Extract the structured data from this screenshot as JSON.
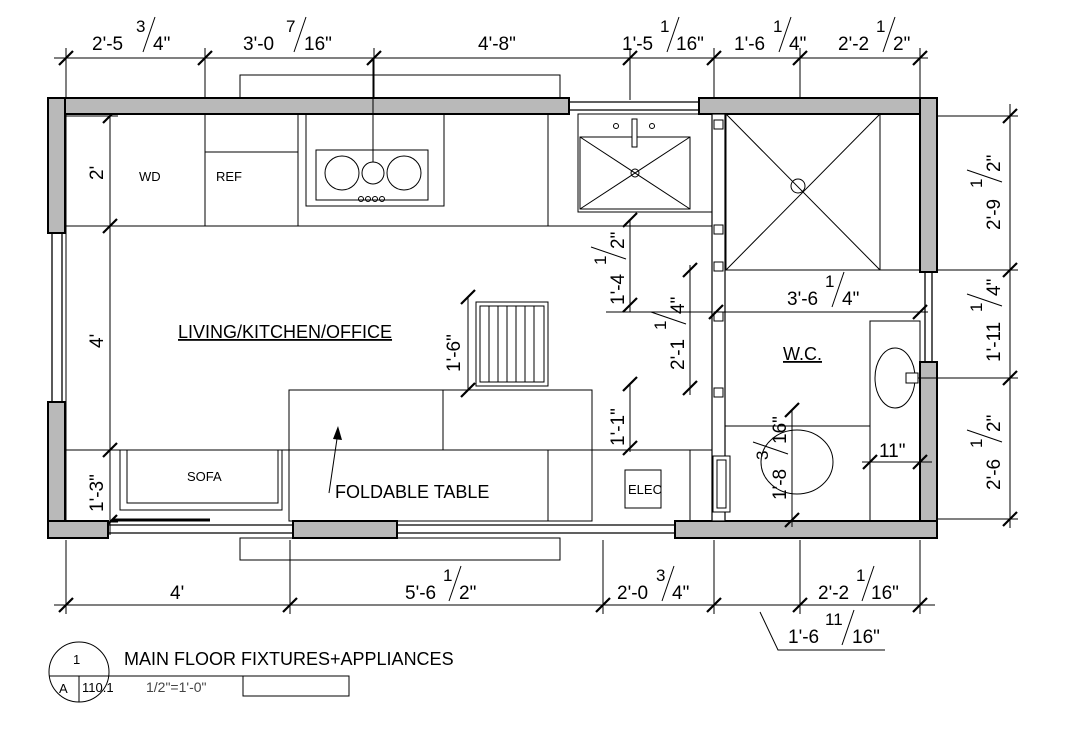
{
  "title": "MAIN FLOOR FIXTURES+APPLIANCES",
  "scale": "1/2\"=1'-0\"",
  "callout": {
    "number": "1",
    "sheet_letter": "A",
    "sheet_number": "110.1"
  },
  "rooms": {
    "main": "LIVING/KITCHEN/OFFICE",
    "wc": "W.C."
  },
  "labels": {
    "wd": "WD",
    "ref": "REF",
    "sofa": "SOFA",
    "table": "FOLDABLE TABLE",
    "elec": "ELEC"
  },
  "dims": {
    "top": [
      {
        "main": "2'-5",
        "num": "3",
        "den": "4\""
      },
      {
        "main": "3'-0",
        "num": "7",
        "den": "16\""
      },
      {
        "main": "4'-8\""
      },
      {
        "main": "1'-5",
        "num": "1",
        "den": "16\""
      },
      {
        "main": "1'-6",
        "num": "1",
        "den": "4\""
      },
      {
        "main": "2'-2",
        "num": "1",
        "den": "2\""
      }
    ],
    "bottom": [
      {
        "main": "4'"
      },
      {
        "main": "5'-6",
        "num": "1",
        "den": "2\""
      },
      {
        "main": "2'-0",
        "num": "3",
        "den": "4\""
      },
      {
        "main": "2'-2",
        "num": "1",
        "den": "16\""
      },
      {
        "main": "1'-6",
        "num": "11",
        "den": "16\""
      }
    ],
    "left": [
      {
        "main": "2'"
      },
      {
        "main": "4'"
      },
      {
        "main": "1'-3\""
      }
    ],
    "right": [
      {
        "main": "2'-9",
        "num": "1",
        "den": "2\""
      },
      {
        "main": "1'-11",
        "num": "1",
        "den": "4\""
      },
      {
        "main": "2'-6",
        "num": "1",
        "den": "2\""
      }
    ],
    "interior": {
      "stair": {
        "main": "1'-6\""
      },
      "sink_a": {
        "main": "1'-4",
        "num": "1",
        "den": "2\""
      },
      "sink_b": {
        "main": "2'-1",
        "num": "1",
        "den": "4\""
      },
      "elec": {
        "main": "1'-1\""
      },
      "wc_width": {
        "main": "3'-6",
        "num": "1",
        "den": "4\""
      },
      "toilet": {
        "main": "1'-8",
        "num": "3",
        "den": "16\""
      },
      "vanity": {
        "main": "11\""
      }
    }
  }
}
